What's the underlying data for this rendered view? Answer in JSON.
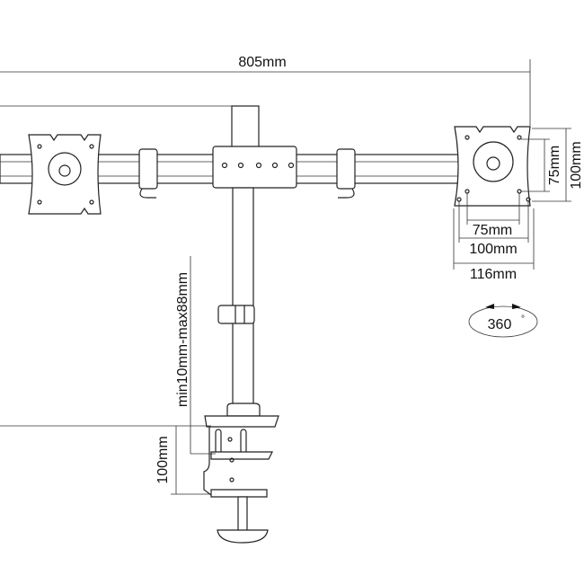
{
  "dimensions": {
    "total_width": "805mm",
    "vesa_inner_height": "75mm",
    "vesa_outer_height": "100mm",
    "vesa_inner_width": "75mm",
    "vesa_outer_width": "100mm",
    "plate_width": "116mm",
    "desk_thickness": "min10mm-max88mm",
    "clamp_height": "100mm"
  },
  "rotation": {
    "label": "360",
    "unit": "°"
  }
}
